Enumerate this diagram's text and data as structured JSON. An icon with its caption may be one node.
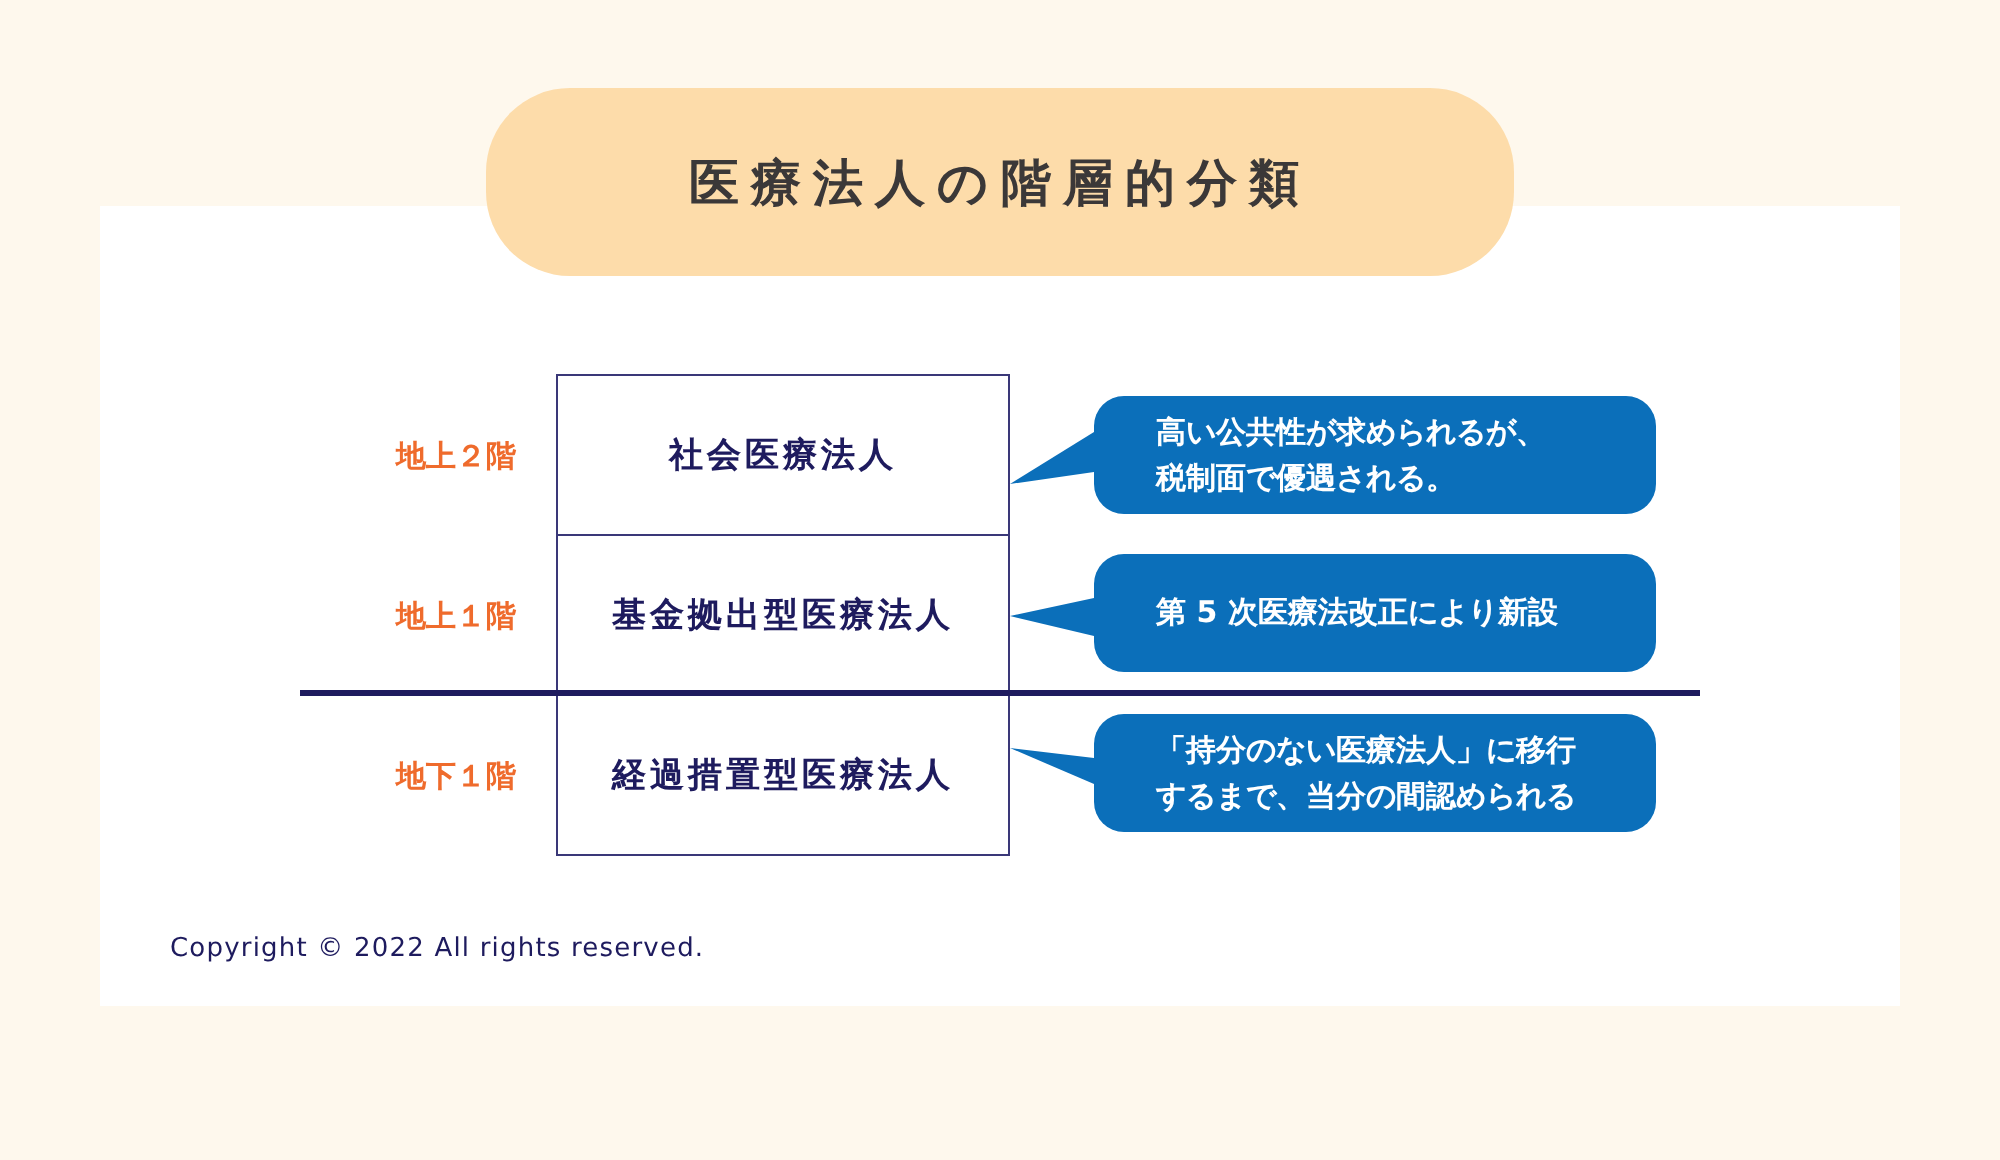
{
  "diagram": {
    "title": "医療法人の階層的分類",
    "nodes": [
      {
        "text": [
          "社会医療法人"
        ],
        "beside": [
          "地上２階"
        ]
      },
      {
        "text": [
          "基金拠出型医療法人"
        ],
        "beside": [
          "地上１階"
        ]
      },
      {
        "text": [
          "経過措置型医療法人"
        ],
        "beside": [
          "地下１階"
        ]
      },
      {
        "text": [
          "高い公共性が求められるが、税制面で優遇される。"
        ]
      },
      {
        "text": [
          "第 5 次医療法改正により新設"
        ]
      },
      {
        "text": [
          "「持分のない医療法人」に移行するまで、当分の間認められる"
        ]
      }
    ],
    "edges": [
      {
        "from": 3,
        "to": 0,
        "arrow": "to"
      },
      {
        "from": 4,
        "to": 1,
        "arrow": "to"
      },
      {
        "from": 5,
        "to": 2,
        "arrow": "to"
      }
    ],
    "labels": [
      "Copyright © 2022 All rights reserved."
    ]
  }
}
